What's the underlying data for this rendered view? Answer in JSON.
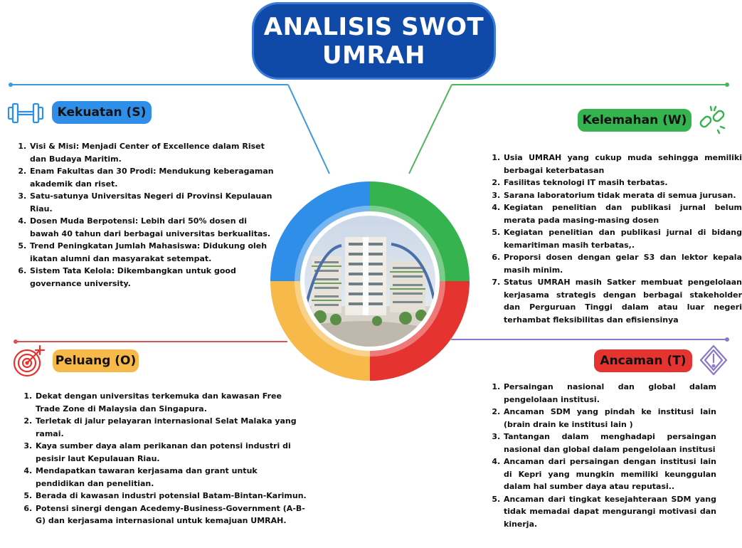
{
  "title": {
    "line1": "ANALISIS SWOT",
    "line2": "UMRAH"
  },
  "strengths": {
    "label": "Kekuatan (S)",
    "icon": "dumbbell-icon",
    "color": "#2f8fe8",
    "items": [
      "Visi & Misi: Menjadi Center of Excellence dalam Riset dan Budaya Maritim.",
      "Enam Fakultas dan 30 Prodi: Mendukung keberagaman akademik dan riset.",
      "Satu-satunya Universitas Negeri di Provinsi Kepulauan Riau.",
      "Dosen Muda Berpotensi: Lebih dari 50% dosen di bawah 40 tahun dari berbagai universitas berkualitas.",
      "Trend Peningkatan Jumlah Mahasiswa: Didukung oleh ikatan alumni dan masyarakat setempat.",
      "Sistem Tata Kelola: Dikembangkan untuk good governance university."
    ]
  },
  "weaknesses": {
    "label": "Kelemahan (W)",
    "icon": "broken-link-icon",
    "color": "#35b34e",
    "items": [
      "Usia UMRAH yang cukup muda sehingga memiliki berbagai keterbatasan",
      "Fasilitas teknologi IT masih terbatas.",
      "Sarana laboratorium tidak merata di semua jurusan.",
      "Kegiatan penelitian dan publikasi jurnal belum merata pada masing-masing dosen",
      "Kegiatan penelitian dan publikasi jurnal di bidang kemaritiman masih terbatas,.",
      "Proporsi dosen dengan gelar S3  dan lektor kepala masih minim.",
      "Status UMRAH masih Satker membuat pengelolaan kerjasama strategis dengan berbagai stakeholder dan Perguruan Tinggi dalam atau luar negeri terhambat fleksibilitas dan efisiensinya"
    ]
  },
  "opportunities": {
    "label": "Peluang (O)",
    "icon": "target-icon",
    "color": "#f6b94a",
    "items": [
      "Dekat dengan universitas terkemuka dan kawasan Free Trade Zone di Malaysia dan Singapura.",
      "Terletak di jalur pelayaran internasional Selat Malaka yang ramai.",
      "Kaya sumber daya alam perikanan dan potensi industri di pesisir laut Kepulauan Riau.",
      "Mendapatkan tawaran kerjasama dan grant untuk pendidikan dan penelitian.",
      "Berada di kawasan industri potensial Batam-Bintan-Karimun.",
      "Potensi sinergi dengan Acedemy-Business-Government (A-B-G) dan kerjasama internasional untuk kemajuan UMRAH."
    ]
  },
  "threats": {
    "label": "Ancaman (T)",
    "icon": "warning-icon",
    "color": "#e5332f",
    "items": [
      "Persaingan nasional dan global dalam pengelolaan institusi.",
      "Ancaman SDM yang pindah ke institusi lain (brain drain ke institusi lain )",
      "Tantangan dalam menghadapi persaingan nasional dan global dalam pengelolaan institusi",
      "Ancaman dari persaingan dengan institusi lain di Kepri yang mungkin memiliki keunggulan dalam hal sumber daya atau reputasi..",
      "Ancaman dari tingkat kesejahteraan SDM yang tidak memadai dapat mengurangi motivasi dan kinerja."
    ]
  },
  "center": {
    "image": "campus-building-illustration"
  }
}
